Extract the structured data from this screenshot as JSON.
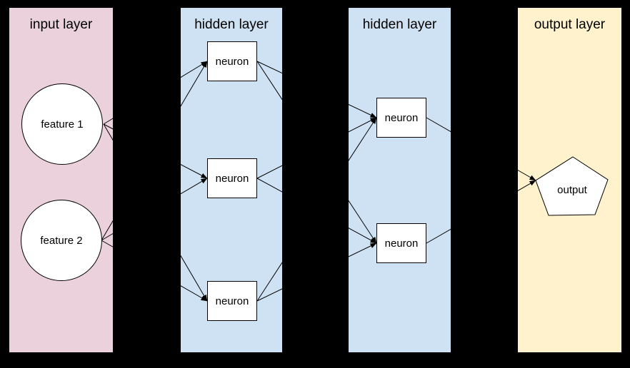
{
  "diagram": {
    "type": "neural-network",
    "background_color": "#000000",
    "node_fill_color": "#ffffff",
    "node_border_color": "#000000",
    "connector_color": "#000000",
    "text_color": "#000000",
    "layers": [
      {
        "title": "input layer",
        "color": "#ead1dc",
        "nodes": [
          {
            "shape": "circle",
            "label": "feature 1"
          },
          {
            "shape": "circle",
            "label": "feature 2"
          }
        ]
      },
      {
        "title": "hidden layer",
        "color": "#cfe2f3",
        "nodes": [
          {
            "shape": "rectangle",
            "label": "neuron"
          },
          {
            "shape": "rectangle",
            "label": "neuron"
          },
          {
            "shape": "rectangle",
            "label": "neuron"
          }
        ]
      },
      {
        "title": "hidden layer",
        "color": "#cfe2f3",
        "nodes": [
          {
            "shape": "rectangle",
            "label": "neuron"
          },
          {
            "shape": "rectangle",
            "label": "neuron"
          }
        ]
      },
      {
        "title": "output layer",
        "color": "#fff2cc",
        "nodes": [
          {
            "shape": "pentagon",
            "label": "output"
          }
        ]
      }
    ],
    "connections": [
      {
        "from": "input.feature-1",
        "to": "hidden1.neuron-1"
      },
      {
        "from": "input.feature-1",
        "to": "hidden1.neuron-2"
      },
      {
        "from": "input.feature-1",
        "to": "hidden1.neuron-3"
      },
      {
        "from": "input.feature-2",
        "to": "hidden1.neuron-1"
      },
      {
        "from": "input.feature-2",
        "to": "hidden1.neuron-2"
      },
      {
        "from": "input.feature-2",
        "to": "hidden1.neuron-3"
      },
      {
        "from": "hidden1.neuron-1",
        "to": "hidden2.neuron-1"
      },
      {
        "from": "hidden1.neuron-1",
        "to": "hidden2.neuron-2"
      },
      {
        "from": "hidden1.neuron-2",
        "to": "hidden2.neuron-1"
      },
      {
        "from": "hidden1.neuron-2",
        "to": "hidden2.neuron-2"
      },
      {
        "from": "hidden1.neuron-3",
        "to": "hidden2.neuron-1"
      },
      {
        "from": "hidden1.neuron-3",
        "to": "hidden2.neuron-2"
      },
      {
        "from": "hidden2.neuron-1",
        "to": "output.output"
      },
      {
        "from": "hidden2.neuron-2",
        "to": "output.output"
      }
    ]
  }
}
